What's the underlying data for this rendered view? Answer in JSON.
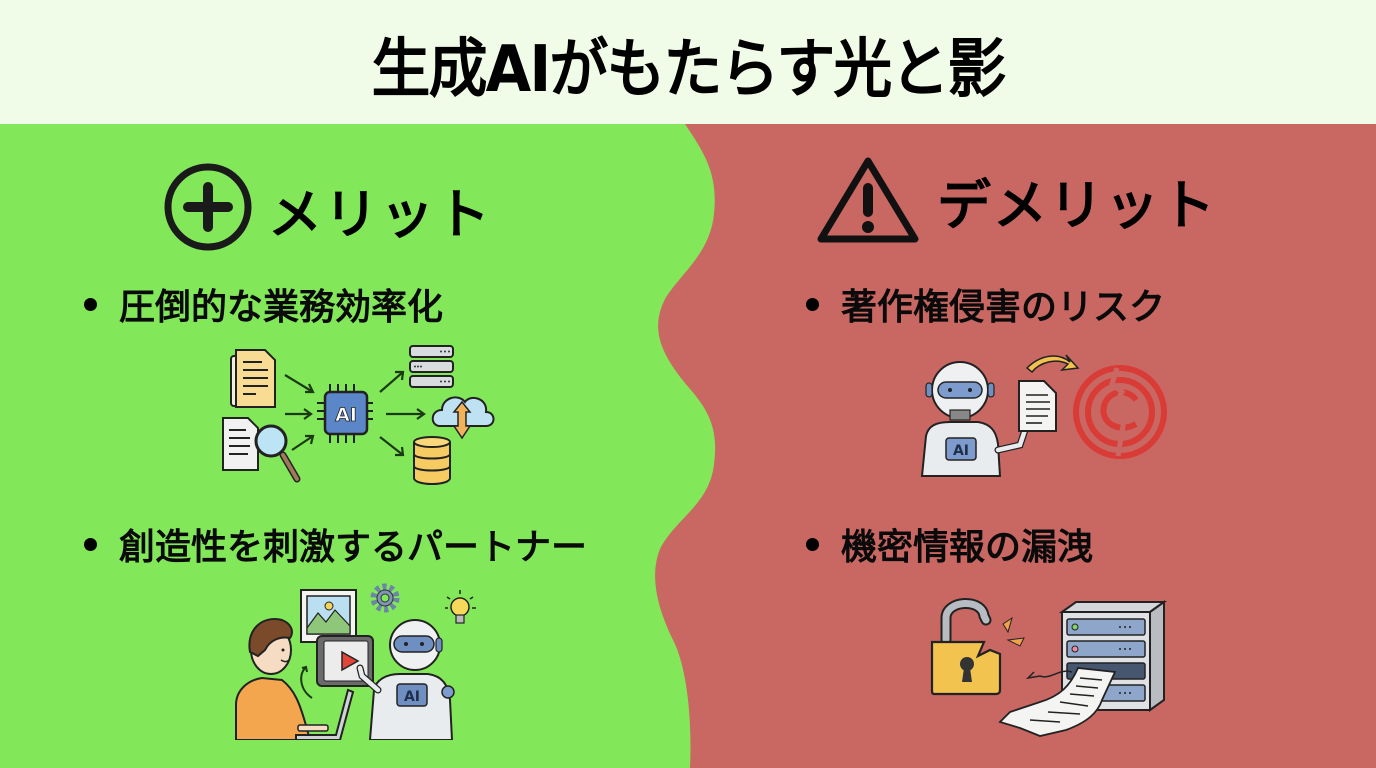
{
  "title": "生成AIがもたらす光と影",
  "colors": {
    "header_bg": "#f1fce8",
    "merit_bg": "#82e85a",
    "demerit_bg": "#c96763"
  },
  "merits": {
    "heading": "メリット",
    "icon": "plus-circle-icon",
    "items": [
      {
        "label": "圧倒的な業務効率化",
        "illustration": "documents-to-ai-chip-to-server-cloud-database",
        "illustration_text": "AI"
      },
      {
        "label": "創造性を刺激するパートナー",
        "illustration": "person-with-laptop-and-ai-robot-creating-media",
        "illustration_text": "AI"
      }
    ]
  },
  "demerits": {
    "heading": "デメリット",
    "icon": "warning-triangle-icon",
    "items": [
      {
        "label": "著作権侵害のリスク",
        "illustration": "ai-robot-document-to-broken-copyright-symbol",
        "illustration_text": "AI"
      },
      {
        "label": "機密情報の漏洩",
        "illustration": "broken-padlock-and-server-leaking-documents",
        "illustration_text": ""
      }
    ]
  }
}
